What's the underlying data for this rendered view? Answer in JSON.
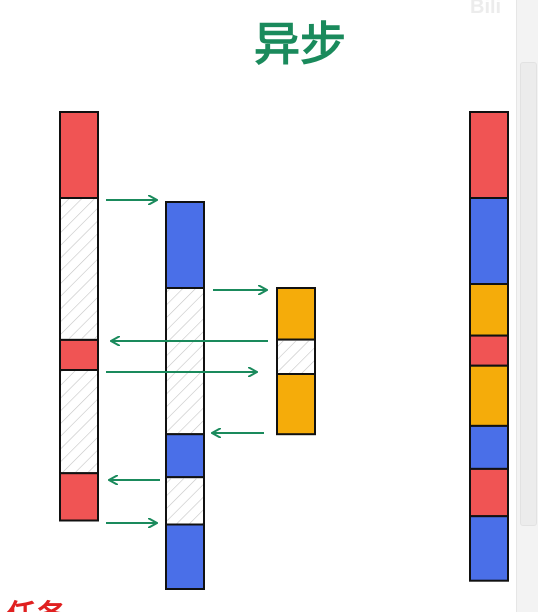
{
  "title": "异步",
  "watermark": "Bili",
  "bottom_label": "任务",
  "colors": {
    "title": "#1a8a5c",
    "red": "#f05454",
    "blue": "#4a6fe8",
    "orange": "#f5ac0a",
    "arrow": "#1a8a5c",
    "label": "#e02020",
    "outline": "#111111",
    "hatch": "#bdbdbd"
  },
  "columns": [
    {
      "name": "task-a",
      "segments": [
        {
          "kind": "red",
          "duration": 2
        },
        {
          "kind": "wait",
          "duration": 3.3
        },
        {
          "kind": "red",
          "duration": 0.7
        },
        {
          "kind": "wait",
          "duration": 2.4
        },
        {
          "kind": "red",
          "duration": 1.1
        }
      ]
    },
    {
      "name": "task-b",
      "segments": [
        {
          "kind": "blue",
          "duration": 2
        },
        {
          "kind": "wait",
          "duration": 3.4
        },
        {
          "kind": "blue",
          "duration": 1
        },
        {
          "kind": "wait",
          "duration": 1.1
        },
        {
          "kind": "blue",
          "duration": 1.5
        }
      ]
    },
    {
      "name": "task-c",
      "segments": [
        {
          "kind": "orange",
          "duration": 1.2
        },
        {
          "kind": "wait",
          "duration": 0.8
        },
        {
          "kind": "orange",
          "duration": 1.4
        }
      ]
    },
    {
      "name": "timeline",
      "segments": [
        {
          "kind": "red",
          "duration": 2
        },
        {
          "kind": "blue",
          "duration": 2
        },
        {
          "kind": "orange",
          "duration": 1.2
        },
        {
          "kind": "red",
          "duration": 0.7
        },
        {
          "kind": "orange",
          "duration": 1.4
        },
        {
          "kind": "blue",
          "duration": 1
        },
        {
          "kind": "red",
          "duration": 1.1
        },
        {
          "kind": "blue",
          "duration": 1.5
        }
      ]
    }
  ],
  "arrows": [
    {
      "from": "task-a",
      "to": "task-b"
    },
    {
      "from": "task-b",
      "to": "task-c"
    },
    {
      "from": "task-c",
      "to": "task-a"
    },
    {
      "from": "task-a",
      "to": "task-b"
    },
    {
      "from": "task-c",
      "to": "task-b"
    },
    {
      "from": "task-b",
      "to": "task-a"
    },
    {
      "from": "task-a",
      "to": "task-b"
    }
  ]
}
